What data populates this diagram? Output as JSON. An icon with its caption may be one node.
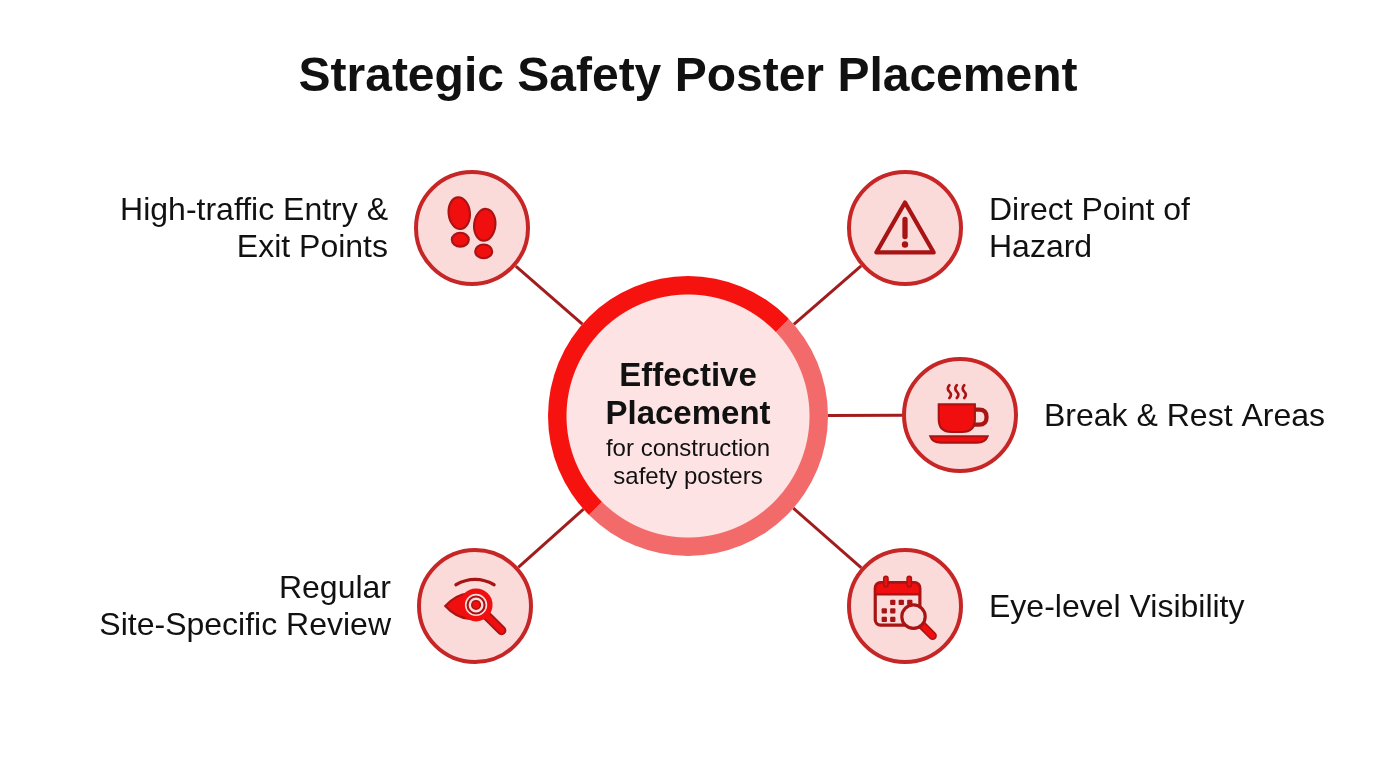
{
  "diagram": {
    "title": "Strategic Safety Poster Placement",
    "nodes": [
      {
        "text": [
          "Effective Placement",
          "for construction safety posters"
        ]
      },
      {
        "text": [
          "High-traffic Entry & Exit Points"
        ]
      },
      {
        "text": [
          "Direct Point of Hazard"
        ]
      },
      {
        "text": [
          "Break & Rest Areas"
        ]
      },
      {
        "text": [
          "Regular Site-Specific Review"
        ]
      },
      {
        "text": [
          "Eye-level Visibility"
        ]
      }
    ],
    "edges": [
      {
        "from": 0,
        "to": 1,
        "arrow": "none"
      },
      {
        "from": 0,
        "to": 2,
        "arrow": "none"
      },
      {
        "from": 0,
        "to": 3,
        "arrow": "none"
      },
      {
        "from": 0,
        "to": 4,
        "arrow": "none"
      },
      {
        "from": 0,
        "to": 5,
        "arrow": "none"
      }
    ]
  }
}
